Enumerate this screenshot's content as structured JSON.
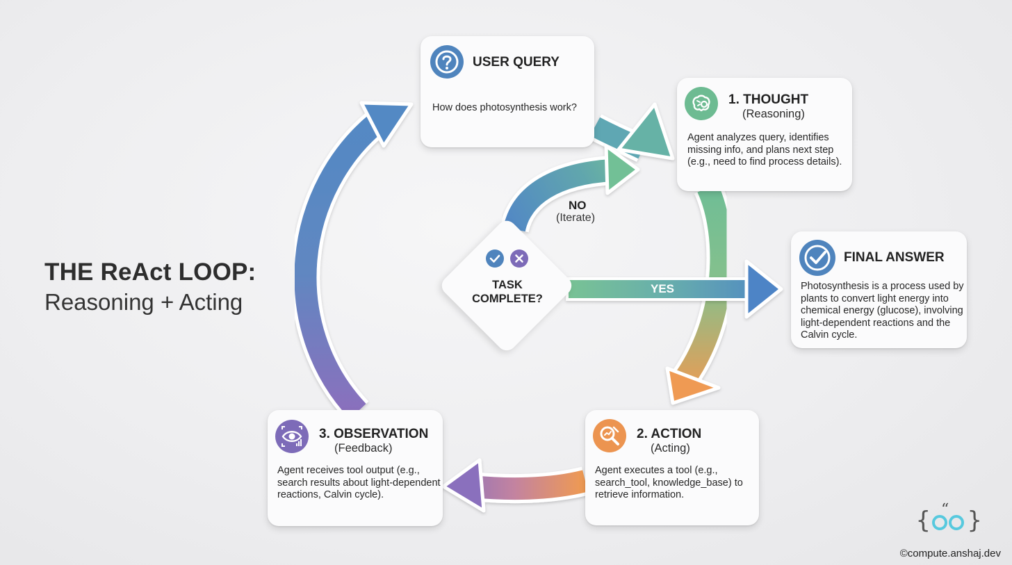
{
  "title": {
    "line1": "THE ReAct LOOP:",
    "line2": "Reasoning + Acting"
  },
  "nodes": {
    "user_query": {
      "heading": "USER QUERY",
      "text": "How does photosynthesis work?",
      "icon": "question-icon",
      "color": "#4f84bd"
    },
    "thought": {
      "heading": "1. THOUGHT",
      "subheading": "(Reasoning)",
      "text": "Agent analyzes query, identifies missing info, and plans next step (e.g., need to find process details).",
      "icon": "brain-gear-icon",
      "color": "#6dbb92"
    },
    "final_answer": {
      "heading": "FINAL ANSWER",
      "text": "Photosynthesis is a process used by plants to convert light energy into chemical energy (glucose), involving light-dependent reactions and the Calvin cycle.",
      "icon": "checkmark-icon",
      "color": "#4f84bd"
    },
    "action": {
      "heading": "2. ACTION",
      "subheading": "(Acting)",
      "text": "Agent executes a tool (e.g., search_tool, knowledge_base) to retrieve information.",
      "icon": "magnifier-wrench-icon",
      "color": "#ec9450"
    },
    "observation": {
      "heading": "3. OBSERVATION",
      "subheading": "(Feedback)",
      "text": "Agent receives tool output (e.g., search results about light-dependent reactions, Calvin cycle).",
      "icon": "eye-chart-icon",
      "color": "#7d6bb8"
    }
  },
  "decision": {
    "label": "TASK COMPLETE?",
    "icons": [
      "check-circle-icon",
      "x-circle-icon"
    ],
    "no_label": "NO",
    "no_sub": "(Iterate)",
    "yes_label": "YES"
  },
  "branding": {
    "logo_text": "{°°}",
    "copyright": "©compute.anshaj.dev"
  },
  "colors": {
    "blue": "#5289c4",
    "green": "#72c096",
    "orange": "#ee9a52",
    "purple": "#8770bd",
    "logo_cyan": "#57c9de"
  }
}
